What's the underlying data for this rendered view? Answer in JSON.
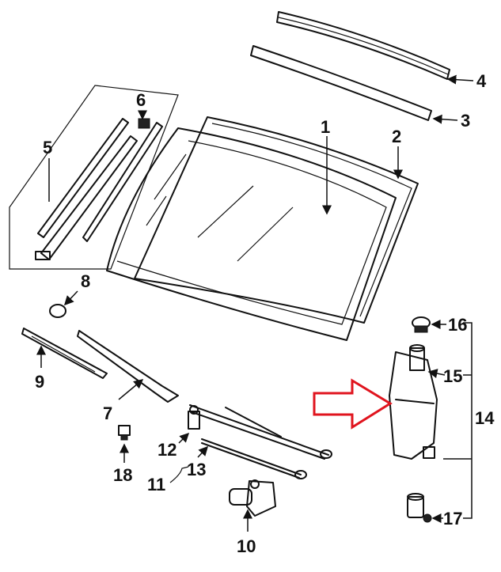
{
  "diagram": {
    "callouts": [
      "1",
      "2",
      "3",
      "4",
      "5",
      "6",
      "7",
      "8",
      "9",
      "10",
      "11",
      "12",
      "13",
      "14",
      "15",
      "16",
      "17",
      "18"
    ],
    "highlight_color": "#e0141e"
  }
}
